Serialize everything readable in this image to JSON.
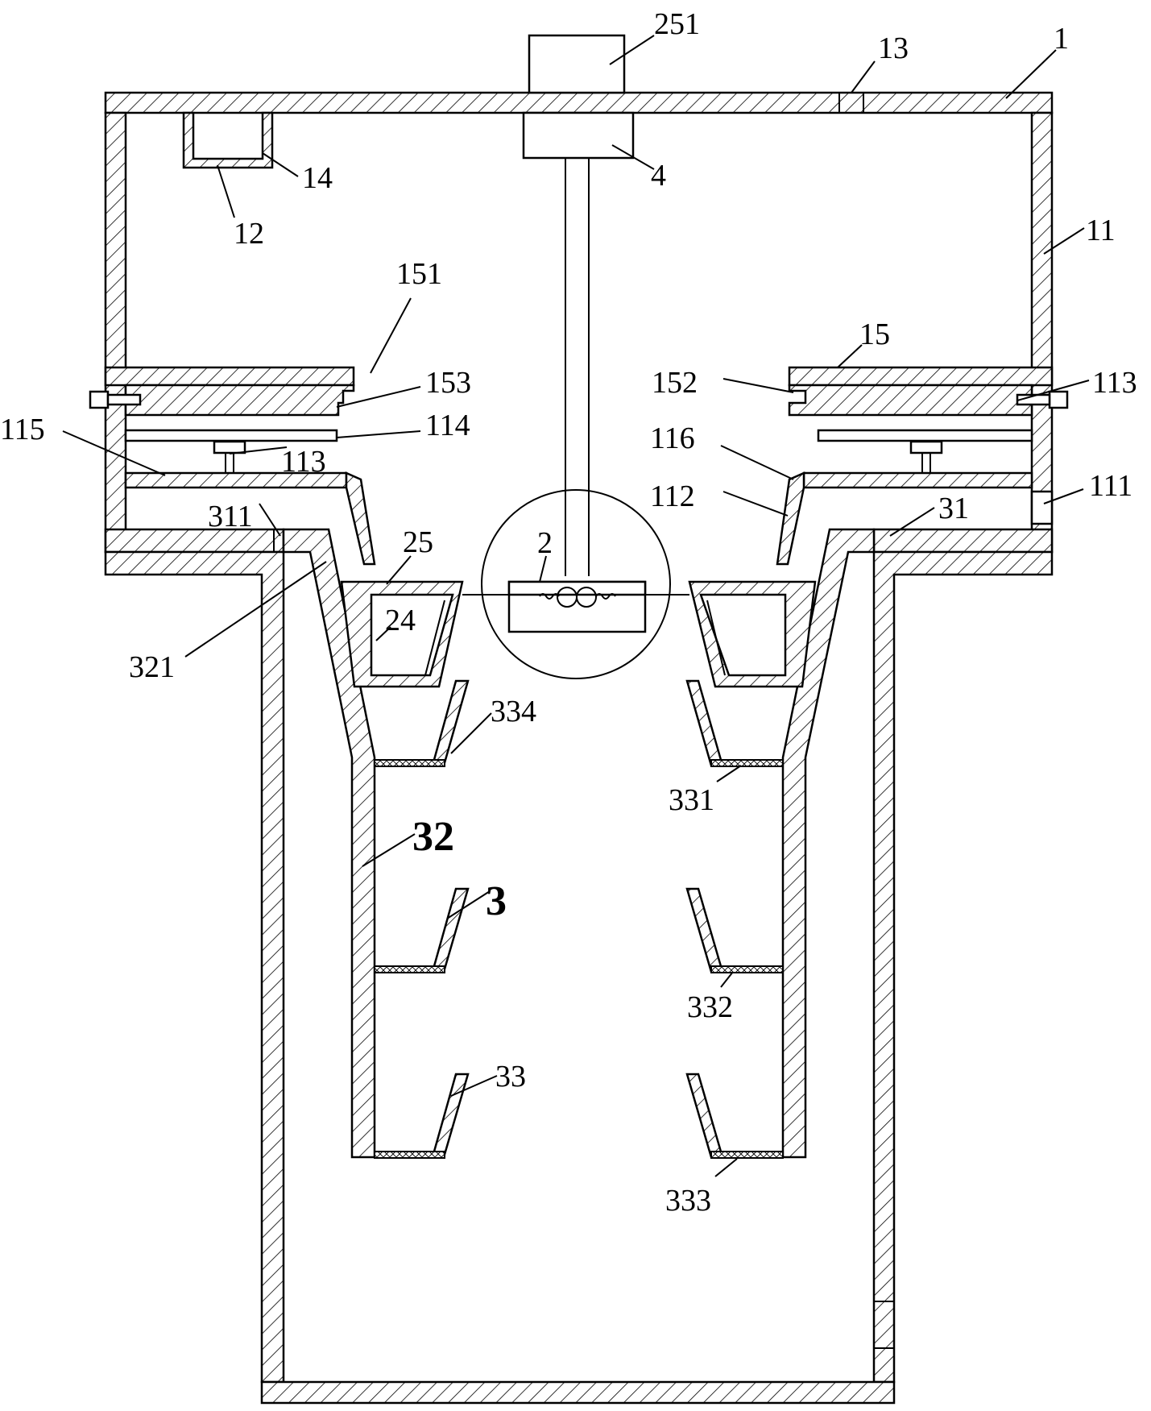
{
  "labels": {
    "l1": "1",
    "l2": "2",
    "l3": "3",
    "l4": "4",
    "l11": "11",
    "l12": "12",
    "l13": "13",
    "l14": "14",
    "l15": "15",
    "l24": "24",
    "l25": "25",
    "l31": "31",
    "l32": "32",
    "l33": "33",
    "l111": "111",
    "l112": "112",
    "l113a": "113",
    "l113b": "113",
    "l114": "114",
    "l115": "115",
    "l116": "116",
    "l151": "151",
    "l152": "152",
    "l153": "153",
    "l251": "251",
    "l311": "311",
    "l321": "321",
    "l331": "331",
    "l332": "332",
    "l333": "333",
    "l334": "334"
  }
}
